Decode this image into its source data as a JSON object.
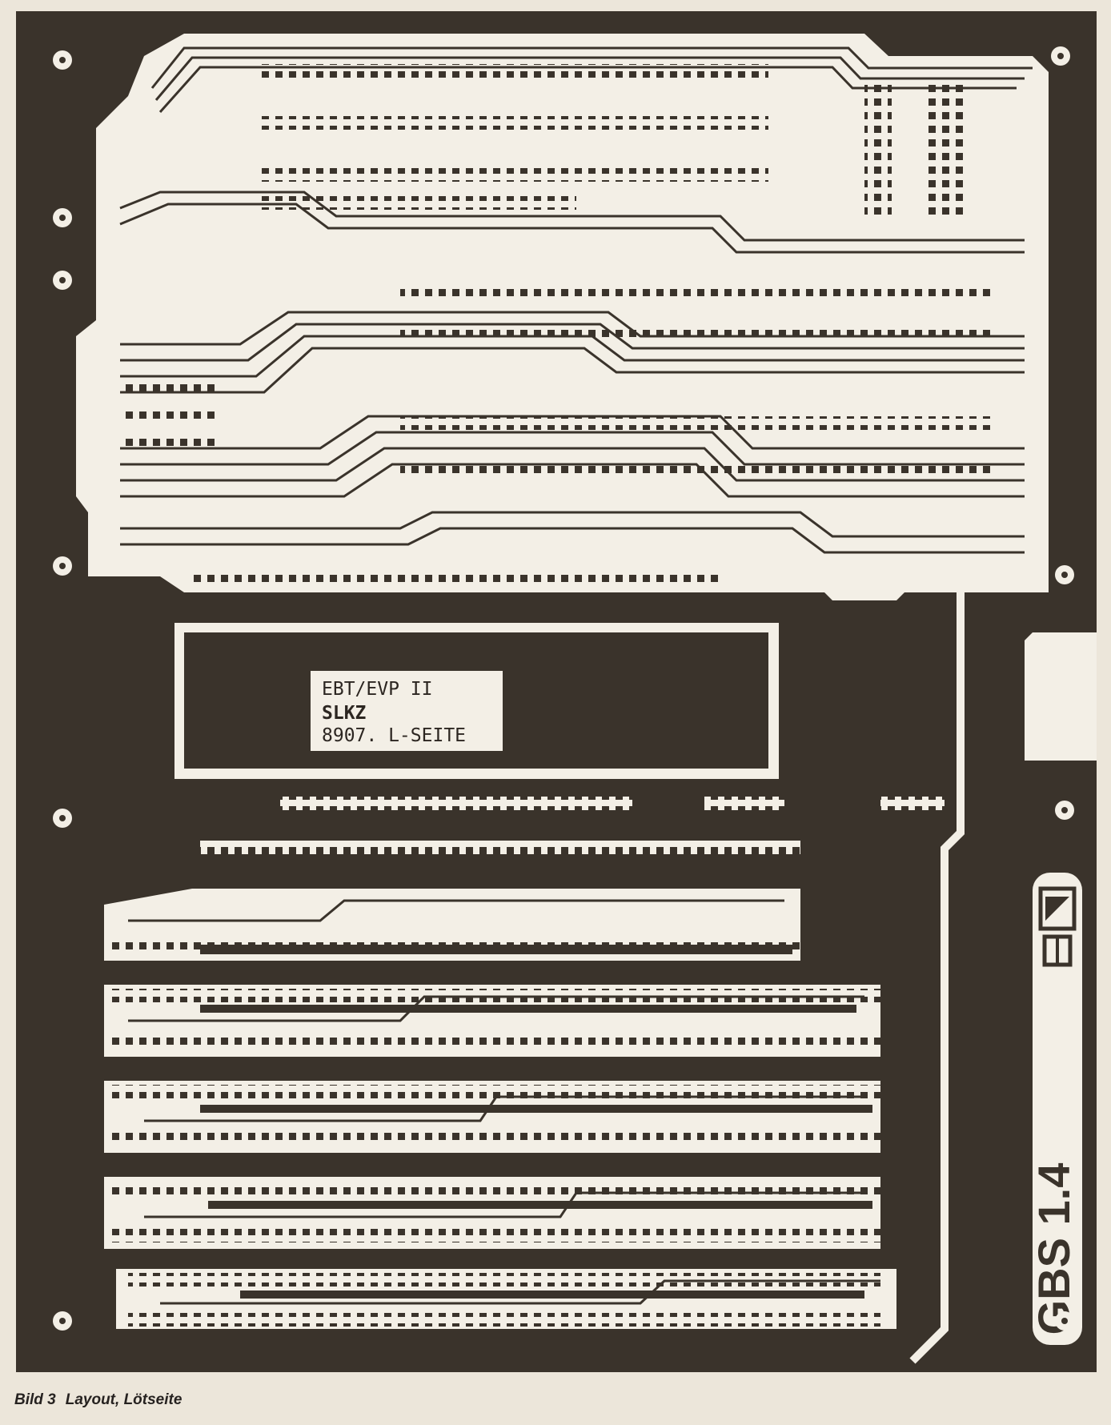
{
  "figure": {
    "caption_number": "Bild 3",
    "caption_text": "Layout, Lötseite"
  },
  "board_label": {
    "line1": "EBT/EVP II",
    "line2": "SLKZ",
    "line3": "8907. L-SEITE"
  },
  "board_version": "GBS 1.4",
  "colors": {
    "copper": "#3a332b",
    "substrate": "#f3efe6",
    "paper": "#ece6da"
  }
}
